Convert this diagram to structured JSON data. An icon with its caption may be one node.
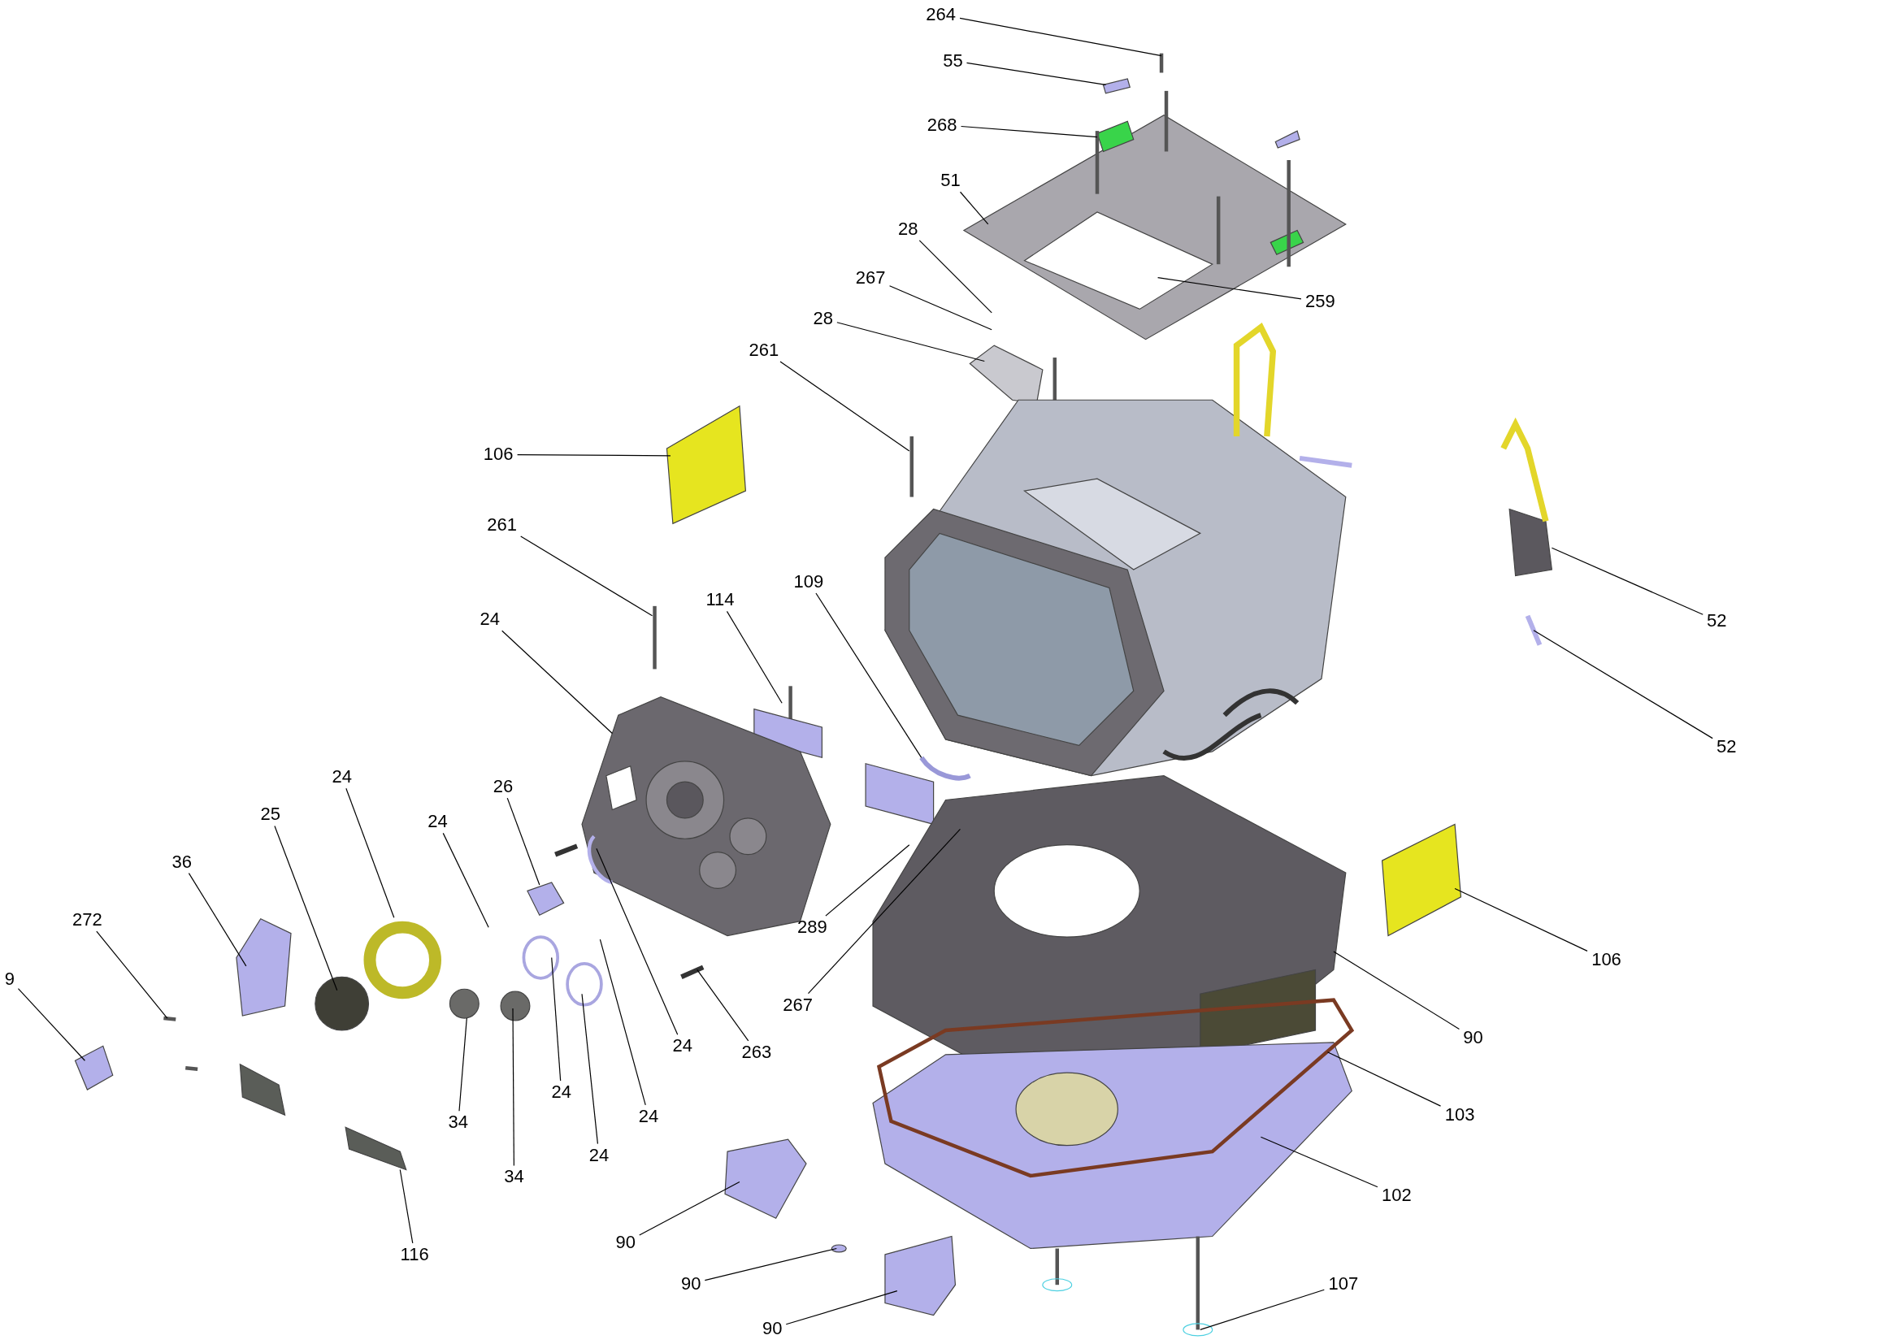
{
  "diagram": {
    "nodes": [
      {
        "text": [
          "264"
        ]
      },
      {
        "text": [
          "55"
        ]
      },
      {
        "text": [
          "268"
        ]
      },
      {
        "text": [
          "51"
        ]
      },
      {
        "text": [
          "28"
        ]
      },
      {
        "text": [
          "267"
        ]
      },
      {
        "text": [
          "259"
        ]
      },
      {
        "text": [
          "28"
        ]
      },
      {
        "text": [
          "261"
        ]
      },
      {
        "text": [
          "106"
        ]
      },
      {
        "text": [
          "261"
        ]
      },
      {
        "text": [
          "52"
        ]
      },
      {
        "text": [
          "114"
        ]
      },
      {
        "text": [
          "109"
        ]
      },
      {
        "text": [
          "24"
        ]
      },
      {
        "text": [
          "52"
        ]
      },
      {
        "text": [
          "24"
        ]
      },
      {
        "text": [
          "26"
        ]
      },
      {
        "text": [
          "25"
        ]
      },
      {
        "text": [
          "24"
        ]
      },
      {
        "text": [
          "36"
        ]
      },
      {
        "text": [
          "272"
        ]
      },
      {
        "text": [
          "289"
        ]
      },
      {
        "text": [
          "106"
        ]
      },
      {
        "text": [
          "9"
        ]
      },
      {
        "text": [
          "267"
        ]
      },
      {
        "text": [
          "24"
        ]
      },
      {
        "text": [
          "263"
        ]
      },
      {
        "text": [
          "90"
        ]
      },
      {
        "text": [
          "103"
        ]
      },
      {
        "text": [
          "24"
        ]
      },
      {
        "text": [
          "34"
        ]
      },
      {
        "text": [
          "24"
        ]
      },
      {
        "text": [
          "24"
        ]
      },
      {
        "text": [
          "34"
        ]
      },
      {
        "text": [
          "102"
        ]
      },
      {
        "text": [
          "116"
        ]
      },
      {
        "text": [
          "90"
        ]
      },
      {
        "text": [
          "90"
        ]
      },
      {
        "text": [
          "107"
        ]
      },
      {
        "text": [
          "90"
        ]
      }
    ],
    "edges": [
      {
        "from": 0,
        "to": null,
        "arrow": "none"
      },
      {
        "from": 1,
        "to": null,
        "arrow": "none"
      },
      {
        "from": 2,
        "to": null,
        "arrow": "none"
      },
      {
        "from": 3,
        "to": null,
        "arrow": "none"
      },
      {
        "from": 4,
        "to": null,
        "arrow": "none"
      },
      {
        "from": 5,
        "to": null,
        "arrow": "none"
      },
      {
        "from": 6,
        "to": null,
        "arrow": "none"
      },
      {
        "from": 7,
        "to": null,
        "arrow": "none"
      },
      {
        "from": 8,
        "to": null,
        "arrow": "none"
      },
      {
        "from": 9,
        "to": null,
        "arrow": "none"
      },
      {
        "from": 10,
        "to": null,
        "arrow": "none"
      },
      {
        "from": 11,
        "to": null,
        "arrow": "none"
      },
      {
        "from": 12,
        "to": null,
        "arrow": "none"
      },
      {
        "from": 13,
        "to": null,
        "arrow": "none"
      },
      {
        "from": 14,
        "to": null,
        "arrow": "none"
      },
      {
        "from": 15,
        "to": null,
        "arrow": "none"
      },
      {
        "from": 16,
        "to": null,
        "arrow": "none"
      },
      {
        "from": 17,
        "to": null,
        "arrow": "none"
      },
      {
        "from": 18,
        "to": null,
        "arrow": "none"
      },
      {
        "from": 19,
        "to": null,
        "arrow": "none"
      },
      {
        "from": 20,
        "to": null,
        "arrow": "none"
      },
      {
        "from": 21,
        "to": null,
        "arrow": "none"
      },
      {
        "from": 22,
        "to": null,
        "arrow": "none"
      },
      {
        "from": 23,
        "to": null,
        "arrow": "none"
      },
      {
        "from": 24,
        "to": null,
        "arrow": "none"
      },
      {
        "from": 25,
        "to": null,
        "arrow": "none"
      },
      {
        "from": 26,
        "to": null,
        "arrow": "none"
      },
      {
        "from": 27,
        "to": null,
        "arrow": "none"
      },
      {
        "from": 28,
        "to": null,
        "arrow": "none"
      },
      {
        "from": 29,
        "to": null,
        "arrow": "none"
      },
      {
        "from": 30,
        "to": null,
        "arrow": "none"
      },
      {
        "from": 31,
        "to": null,
        "arrow": "none"
      },
      {
        "from": 32,
        "to": null,
        "arrow": "none"
      },
      {
        "from": 33,
        "to": null,
        "arrow": "none"
      },
      {
        "from": 34,
        "to": null,
        "arrow": "none"
      },
      {
        "from": 35,
        "to": null,
        "arrow": "none"
      },
      {
        "from": 36,
        "to": null,
        "arrow": "none"
      },
      {
        "from": 37,
        "to": null,
        "arrow": "none"
      },
      {
        "from": 38,
        "to": null,
        "arrow": "none"
      },
      {
        "from": 39,
        "to": null,
        "arrow": "none"
      },
      {
        "from": 40,
        "to": null,
        "arrow": "none"
      }
    ]
  }
}
